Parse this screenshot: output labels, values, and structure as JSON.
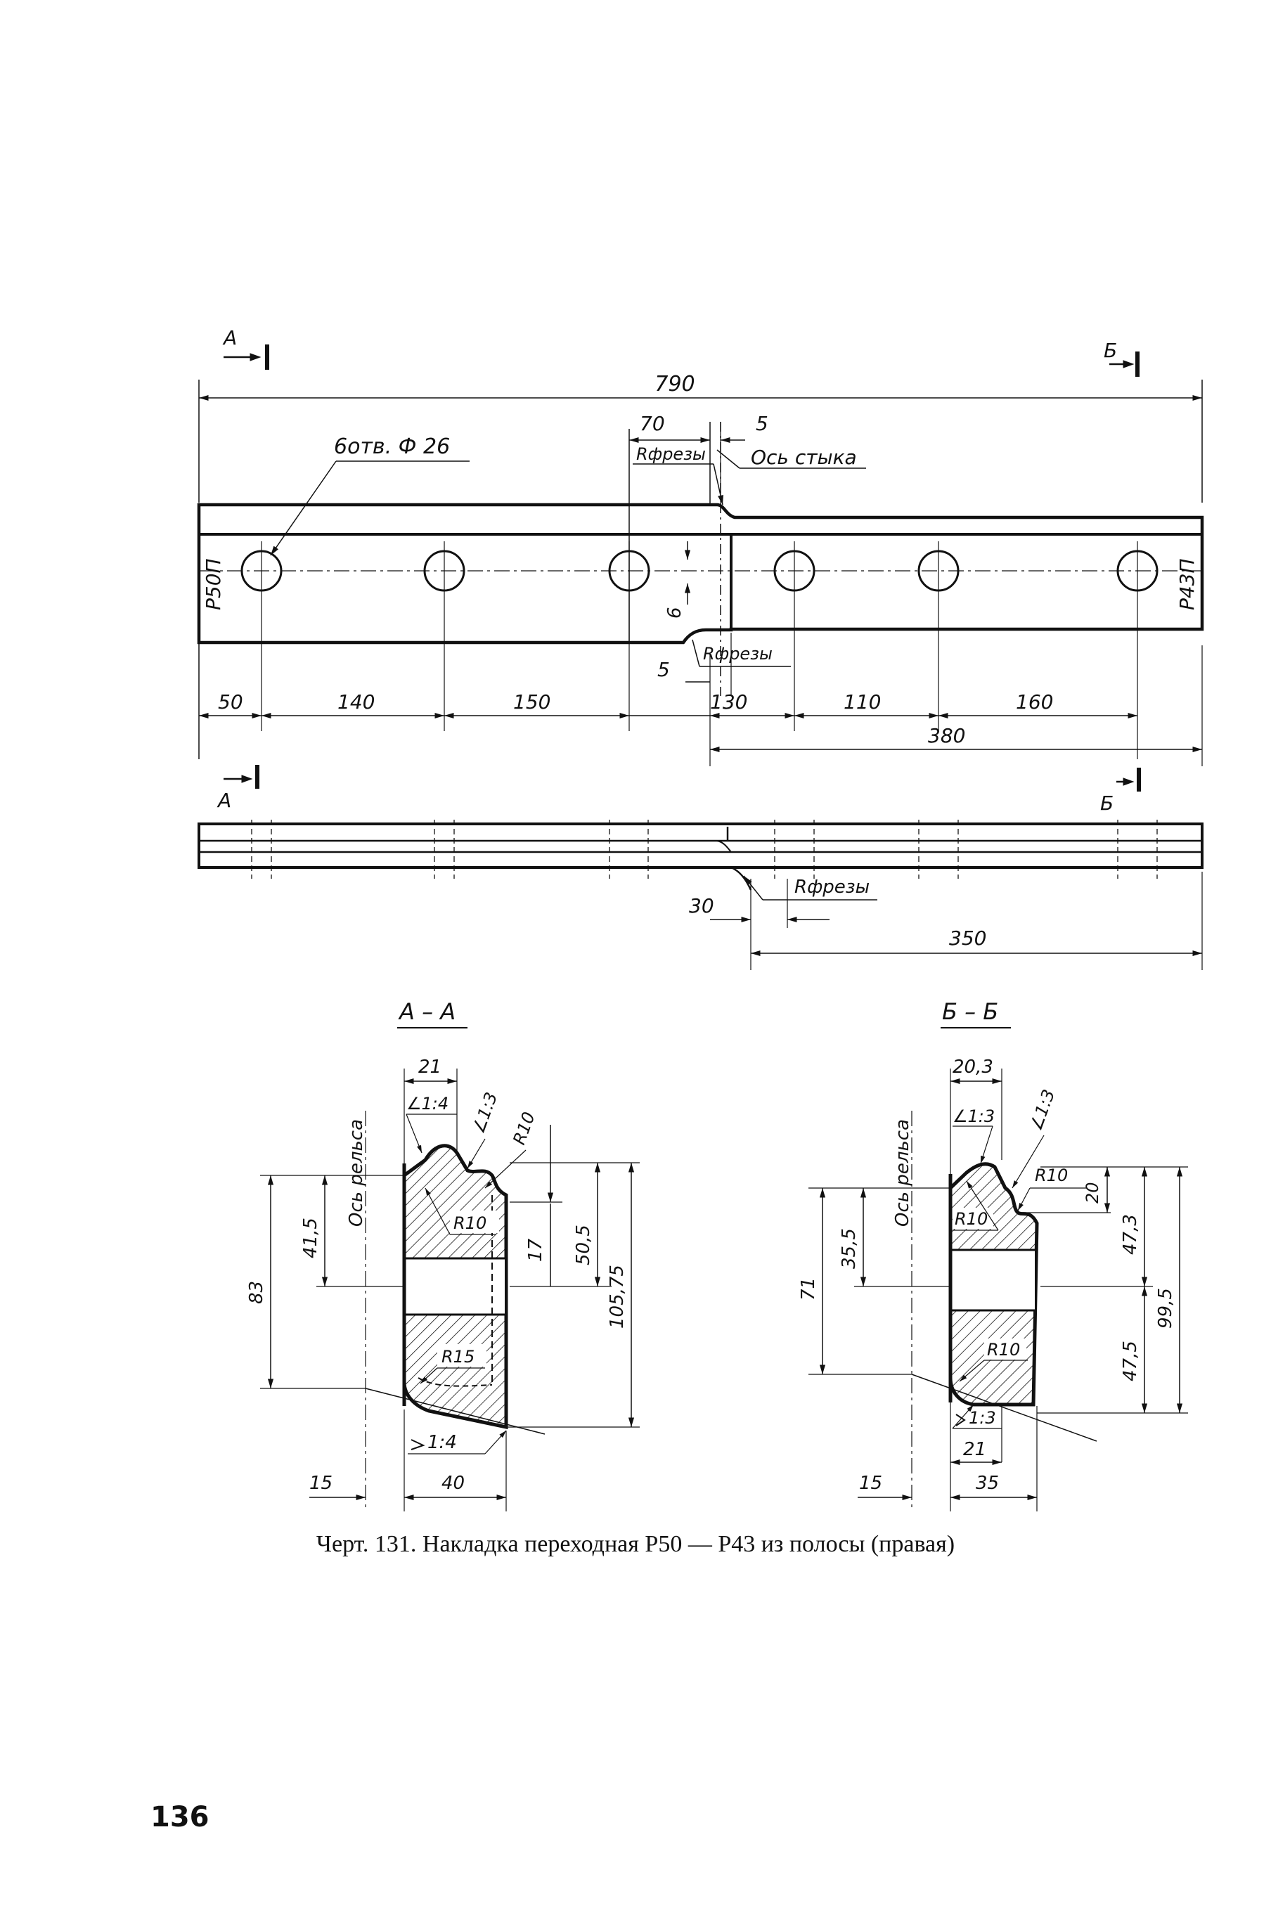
{
  "drawing": {
    "section_marks": {
      "a": "А",
      "b": "Б"
    },
    "dims": {
      "total_length": "790",
      "d70": "70",
      "d5_top": "5",
      "d5_bottom": "5",
      "d50": "50",
      "d140": "140",
      "d150": "150",
      "d130": "130",
      "d110": "110",
      "d160": "160",
      "d380": "380",
      "d6": "6",
      "d30": "30",
      "d350": "350"
    },
    "labels": {
      "holes": "6отв. Ф 26",
      "mill_radius": "Rфрезы",
      "joint_axis": "Ось стыка",
      "rail_left": "Р50П",
      "rail_right": "Р43П"
    },
    "section_aa": {
      "title": "А – А",
      "rail_axis": "Ось рельса",
      "d21": "21",
      "slope_top": "∠1:4",
      "slope_13": "∠1:3",
      "r10_top": "R10",
      "r10_inner": "R10",
      "r15": "R15",
      "d17": "17",
      "d50_5": "50,5",
      "d105_75": "105,75",
      "d41_5": "41,5",
      "d83": "83",
      "slope_bottom": "1:4",
      "d15": "15",
      "d40": "40"
    },
    "section_bb": {
      "title": "Б – Б",
      "rail_axis": "Ось рельса",
      "d20_3": "20,3",
      "slope_13_left": "∠1:3",
      "slope_13_right": "∠1:3",
      "r10_top": "R10",
      "r10_inner": "R10",
      "r10_bottom": "R10",
      "d20": "20",
      "d47_3": "47,3",
      "d99_5": "99,5",
      "d47_5": "47,5",
      "d35_5": "35,5",
      "d71": "71",
      "slope_bottom": "1:3",
      "d21": "21",
      "d15": "15",
      "d35": "35"
    }
  },
  "caption": "Черт. 131. Накладка переходная Р50 — Р43 из полосы (правая)",
  "page_number": "136"
}
